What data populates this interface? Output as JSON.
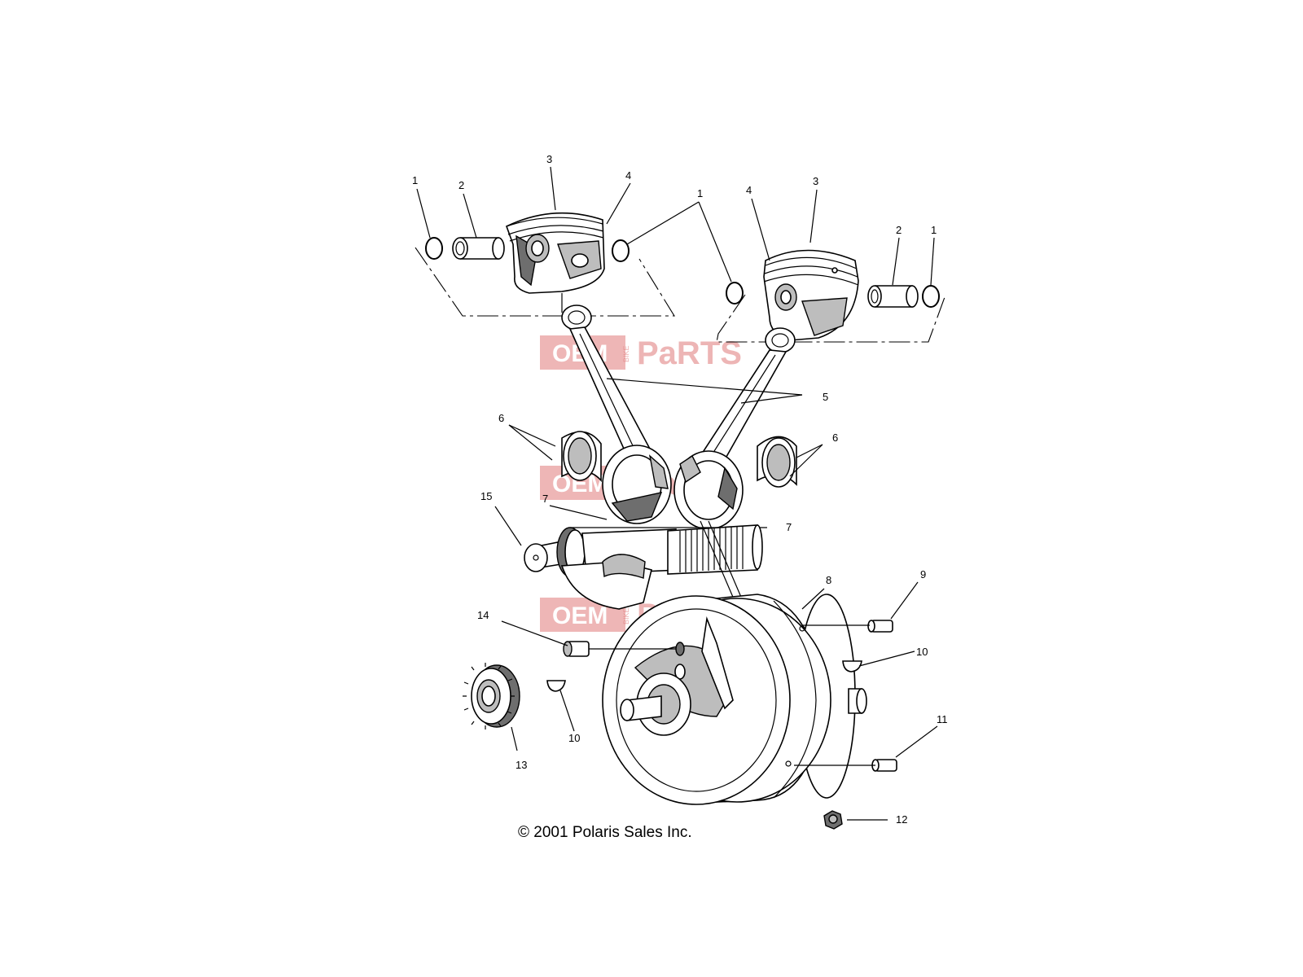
{
  "callouts": {
    "c1a": "1",
    "c2a": "2",
    "c3a": "3",
    "c4a": "4",
    "c1b": "1",
    "c3b": "3",
    "c4b": "4",
    "c2b": "2",
    "c1c": "1",
    "c5": "5",
    "c6a": "6",
    "c6b": "6",
    "c7a": "7",
    "c7b": "7",
    "c15": "15",
    "c8": "8",
    "c9": "9",
    "c10a": "10",
    "c10b": "10",
    "c14": "14",
    "c11": "11",
    "c13": "13",
    "c12": "12"
  },
  "copyright": "© 2001 Polaris Sales Inc.",
  "watermark": {
    "oem": "OEM",
    "bike": "BIKE",
    "parts": "PaRTS"
  },
  "icons": [
    "piston",
    "piston-ring",
    "wrist-pin",
    "connecting-rod",
    "bearing-shell",
    "crankshaft",
    "flywheel",
    "sprocket",
    "dowel-pin",
    "woodruff-key",
    "nut"
  ]
}
